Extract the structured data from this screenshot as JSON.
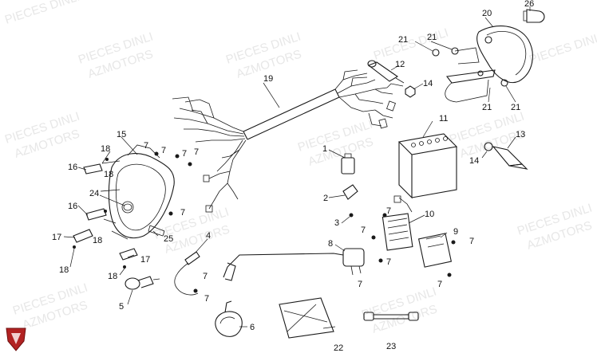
{
  "watermark": {
    "line1": "PIECES DINLI",
    "line2": "AZMOTORS"
  },
  "callouts": {
    "c1": "1",
    "c2": "2",
    "c3": "3",
    "c4": "4",
    "c5": "5",
    "c6": "6",
    "c7a": "7",
    "c7b": "7",
    "c7c": "7",
    "c7d": "7",
    "c7e": "7",
    "c7f": "7",
    "c7g": "7",
    "c7h": "7",
    "c7i": "7",
    "c7j": "7",
    "c7k": "7",
    "c8": "8",
    "c9": "9",
    "c10": "10",
    "c11": "11",
    "c12": "12",
    "c13": "13",
    "c14a": "14",
    "c14b": "14",
    "c15": "15",
    "c16a": "16",
    "c16b": "16",
    "c17a": "17",
    "c17b": "17",
    "c18a": "18",
    "c18b": "18",
    "c18c": "18",
    "c18d": "18",
    "c19": "19",
    "c20": "20",
    "c21a": "21",
    "c21b": "21",
    "c21c": "21",
    "c21d": "21",
    "c22": "22",
    "c23": "23",
    "c24": "24",
    "c25": "25",
    "c26": "26"
  },
  "logo_icon": "azmotors-shield-logo"
}
